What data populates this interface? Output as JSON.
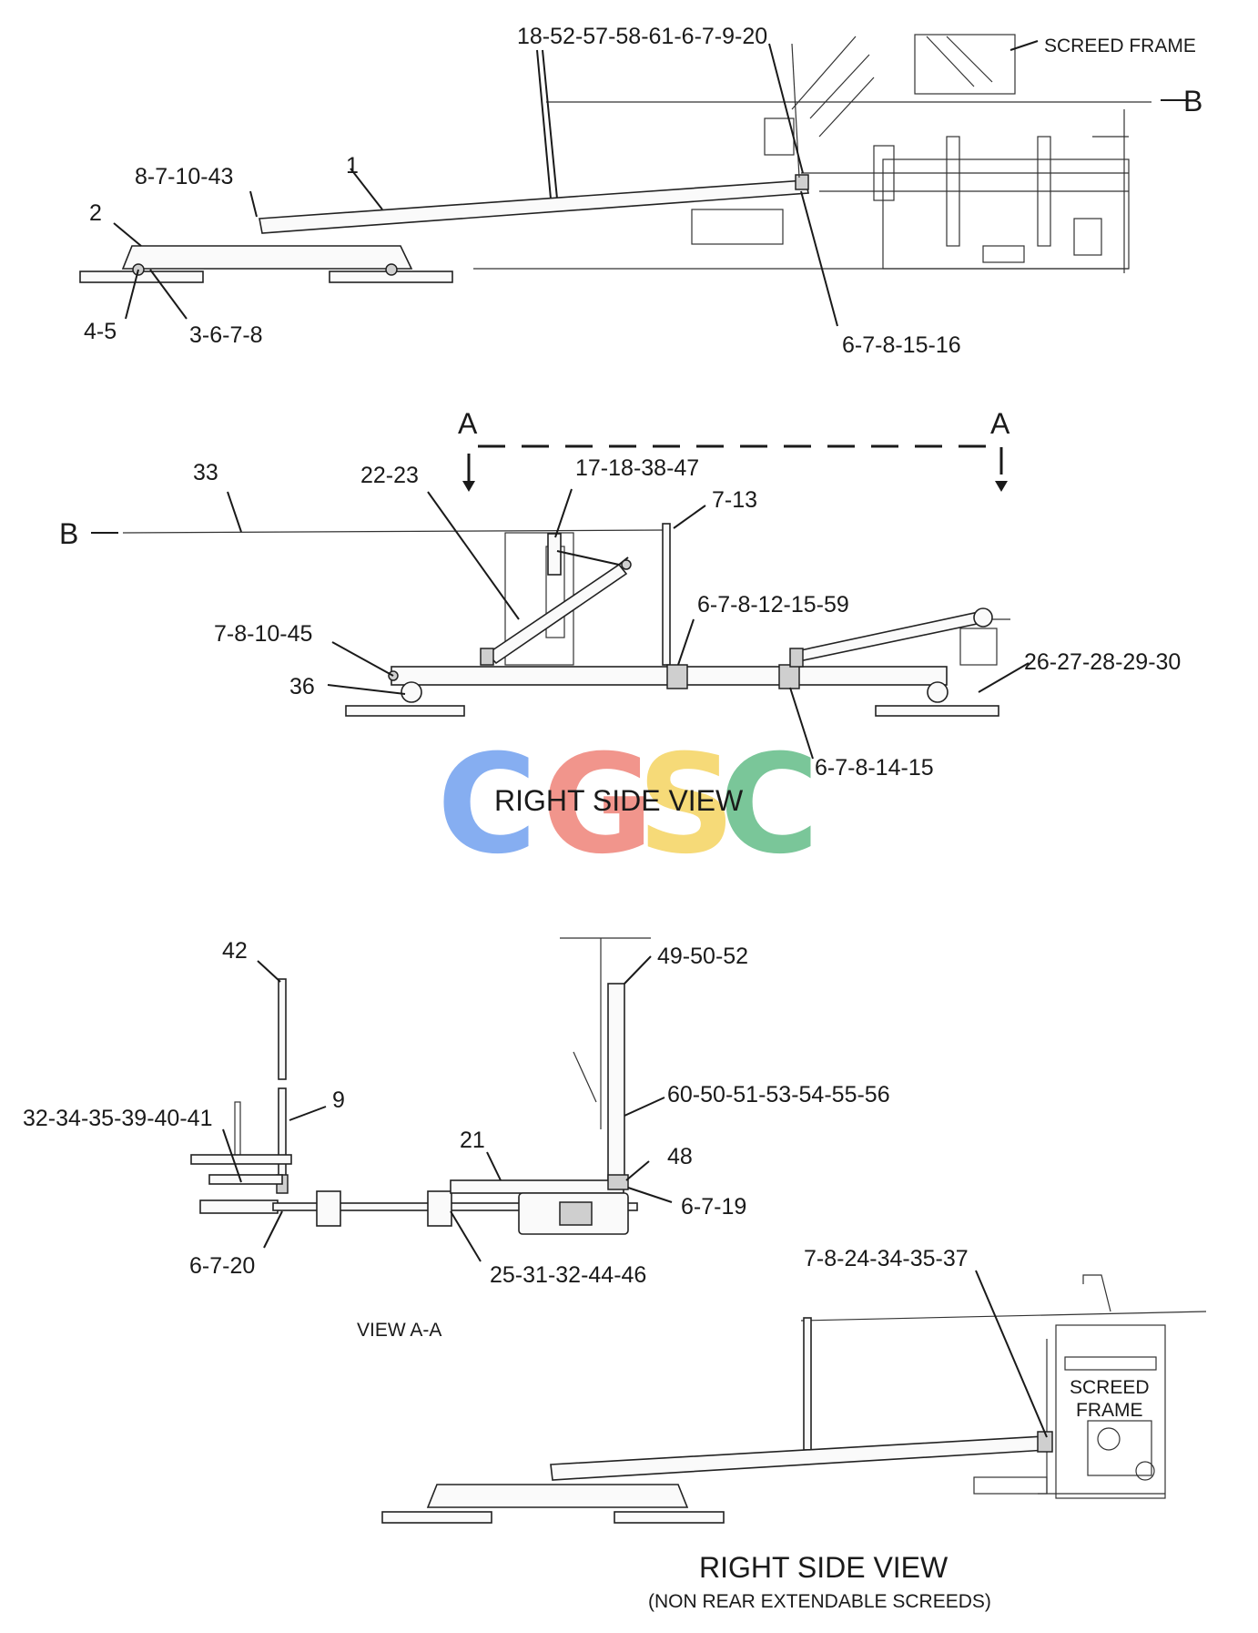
{
  "diagram": {
    "views": {
      "top": {
        "labels": {
          "top_callout": "18-52-57-58-61-6-7-9-20",
          "screed_frame": "SCREED FRAME",
          "section_b": "B",
          "left_upper": "8-7-10-43",
          "arm": "1",
          "ski": "2",
          "pin": "4-5",
          "bolt": "3-6-7-8",
          "lower_right": "6-7-8-15-16"
        }
      },
      "right_side": {
        "title": "RIGHT SIDE VIEW",
        "labels": {
          "section_a_left": "A",
          "section_a_right": "A",
          "section_b": "B",
          "wire": "33",
          "brace": "22-23",
          "bracket": "17-18-38-47",
          "post": "7-13",
          "mid": "6-7-8-12-15-59",
          "left_end": "7-8-10-45",
          "wheel": "36",
          "right_end": "26-27-28-29-30",
          "lower_mid": "6-7-8-14-15"
        }
      },
      "view_a_a": {
        "title": "VIEW A-A",
        "labels": {
          "rod_top": "42",
          "rod": "9",
          "left_group": "32-34-35-39-40-41",
          "top_right": "49-50-52",
          "right_group": "60-50-51-53-54-55-56",
          "plate": "21",
          "item_48": "48",
          "item_6_7_19": "6-7-19",
          "left_bottom": "6-7-20",
          "center_bottom": "25-31-32-44-46"
        }
      },
      "right_side_non_rear": {
        "title": "RIGHT SIDE VIEW",
        "subtitle": "(NON REAR EXTENDABLE SCREEDS)",
        "labels": {
          "callout": "7-8-24-34-35-37",
          "screed_line1": "SCREED",
          "screed_line2": "FRAME"
        }
      }
    },
    "watermark": {
      "letters": [
        "C",
        "G",
        "S",
        "C"
      ],
      "colors": [
        "#7aa6f0",
        "#f08a80",
        "#f6d66a",
        "#6cc08e"
      ]
    }
  }
}
